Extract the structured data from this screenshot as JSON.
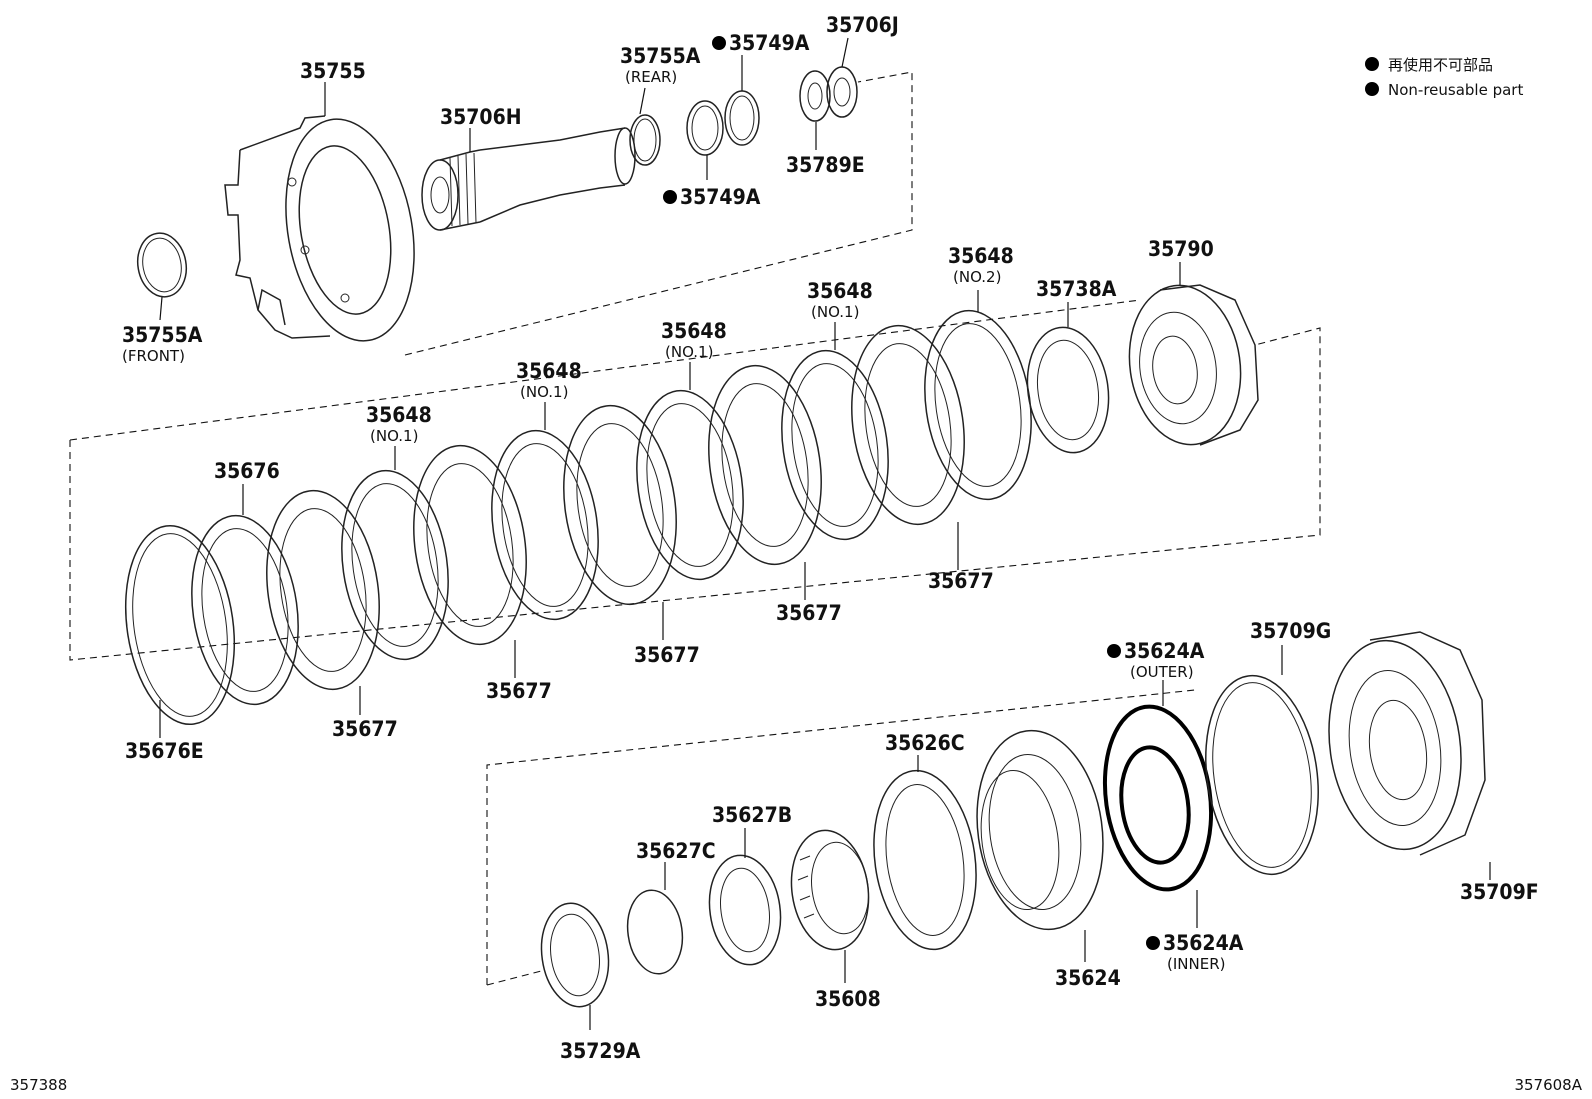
{
  "legend": [
    {
      "text": "再使用不可部品"
    },
    {
      "text": "Non-reusable part"
    }
  ],
  "corner": {
    "left": "357388",
    "right": "357608A"
  },
  "labels": [
    {
      "id": "l35755",
      "text": "35755"
    },
    {
      "id": "l35706H",
      "text": "35706H"
    },
    {
      "id": "l35755A_rear",
      "text": "35755A",
      "sub": "(REAR)"
    },
    {
      "id": "l35749A_top",
      "text": "35749A",
      "nonreusable": true
    },
    {
      "id": "l35706J",
      "text": "35706J"
    },
    {
      "id": "l35789E",
      "text": "35789E"
    },
    {
      "id": "l35749A_bottom",
      "text": "35749A",
      "nonreusable": true
    },
    {
      "id": "l35755A_front",
      "text": "35755A",
      "sub": "(FRONT)"
    },
    {
      "id": "l35790",
      "text": "35790"
    },
    {
      "id": "l35738A",
      "text": "35738A"
    },
    {
      "id": "l35648_no2",
      "text": "35648",
      "sub": "(NO.2)"
    },
    {
      "id": "l35648_a",
      "text": "35648",
      "sub": "(NO.1)"
    },
    {
      "id": "l35648_b",
      "text": "35648",
      "sub": "(NO.1)"
    },
    {
      "id": "l35648_c",
      "text": "35648",
      "sub": "(NO.1)"
    },
    {
      "id": "l35648_d",
      "text": "35648",
      "sub": "(NO.1)"
    },
    {
      "id": "l35676",
      "text": "35676"
    },
    {
      "id": "l35677_a",
      "text": "35677"
    },
    {
      "id": "l35677_b",
      "text": "35677"
    },
    {
      "id": "l35677_c",
      "text": "35677"
    },
    {
      "id": "l35677_d",
      "text": "35677"
    },
    {
      "id": "l35677_e",
      "text": "35677"
    },
    {
      "id": "l35676E",
      "text": "35676E"
    },
    {
      "id": "l35624A_outer",
      "text": "35624A",
      "sub": "(OUTER)",
      "nonreusable": true
    },
    {
      "id": "l35709G",
      "text": "35709G"
    },
    {
      "id": "l35626C",
      "text": "35626C"
    },
    {
      "id": "l35627B",
      "text": "35627B"
    },
    {
      "id": "l35627C",
      "text": "35627C"
    },
    {
      "id": "l35608",
      "text": "35608"
    },
    {
      "id": "l35624",
      "text": "35624"
    },
    {
      "id": "l35624A_inner",
      "text": "35624A",
      "sub": "(INNER)",
      "nonreusable": true
    },
    {
      "id": "l35709F",
      "text": "35709F"
    },
    {
      "id": "l35729A",
      "text": "35729A"
    }
  ]
}
